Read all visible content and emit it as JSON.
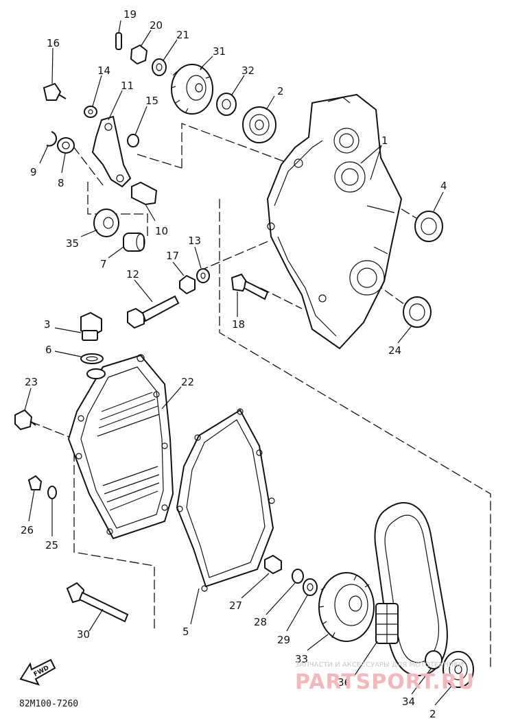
{
  "diagram": {
    "part_numbers": [
      "1",
      "2",
      "3",
      "4",
      "5",
      "6",
      "7",
      "8",
      "9",
      "10",
      "11",
      "12",
      "13",
      "14",
      "15",
      "16",
      "17",
      "18",
      "19",
      "20",
      "21",
      "22",
      "23",
      "24",
      "25",
      "26",
      "27",
      "28",
      "29",
      "30",
      "31",
      "32",
      "33",
      "34",
      "35",
      "36"
    ],
    "callouts": [
      {
        "id": "19",
        "part": "19"
      },
      {
        "id": "20",
        "part": "20"
      },
      {
        "id": "21",
        "part": "21"
      },
      {
        "id": "31",
        "part": "31"
      },
      {
        "id": "16",
        "part": "16"
      },
      {
        "id": "14",
        "part": "14"
      },
      {
        "id": "11",
        "part": "11"
      },
      {
        "id": "32",
        "part": "32"
      },
      {
        "id": "2a",
        "part": "2"
      },
      {
        "id": "15",
        "part": "15"
      },
      {
        "id": "1",
        "part": "1"
      },
      {
        "id": "9",
        "part": "9"
      },
      {
        "id": "8",
        "part": "8"
      },
      {
        "id": "4",
        "part": "4"
      },
      {
        "id": "10",
        "part": "10"
      },
      {
        "id": "35",
        "part": "35"
      },
      {
        "id": "7",
        "part": "7"
      },
      {
        "id": "13",
        "part": "13"
      },
      {
        "id": "17",
        "part": "17"
      },
      {
        "id": "12",
        "part": "12"
      },
      {
        "id": "18",
        "part": "18"
      },
      {
        "id": "3",
        "part": "3"
      },
      {
        "id": "24",
        "part": "24"
      },
      {
        "id": "6",
        "part": "6"
      },
      {
        "id": "23",
        "part": "23"
      },
      {
        "id": "22",
        "part": "22"
      },
      {
        "id": "26",
        "part": "26"
      },
      {
        "id": "25",
        "part": "25"
      },
      {
        "id": "27",
        "part": "27"
      },
      {
        "id": "28",
        "part": "28"
      },
      {
        "id": "5",
        "part": "5"
      },
      {
        "id": "30",
        "part": "30"
      },
      {
        "id": "29",
        "part": "29"
      },
      {
        "id": "33",
        "part": "33"
      },
      {
        "id": "36",
        "part": "36"
      },
      {
        "id": "34",
        "part": "34"
      },
      {
        "id": "2b",
        "part": "2"
      }
    ],
    "fwd_label": "FWD",
    "drawing_code": "82M100-7260"
  },
  "watermark": {
    "caption": "ЗАПЧАСТИ И АКСЕССУАРЫ ДЛЯ МОТОТЕХНИКИ",
    "brand": "PARTSPORT.RU",
    "color": "#f3b8bc"
  }
}
